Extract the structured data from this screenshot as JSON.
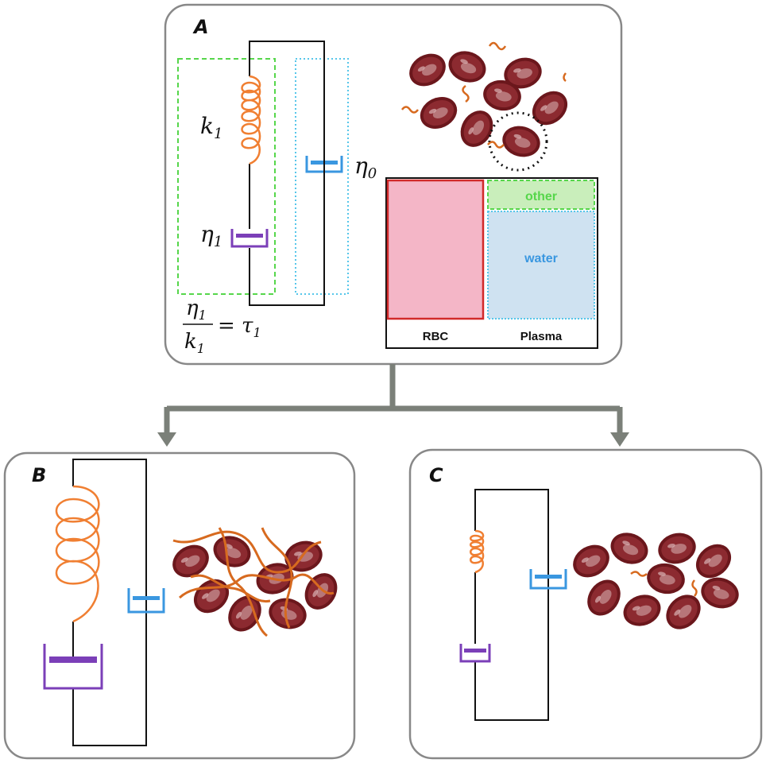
{
  "panels": {
    "a": {
      "label": "A"
    },
    "b": {
      "label": "B"
    },
    "c": {
      "label": "C"
    }
  },
  "equation": {
    "k1": "k",
    "k1_sub": "1",
    "eta1": "η",
    "eta1_sub": "1",
    "eta0": "η",
    "eta0_sub": "0",
    "tau_frac_num": "η",
    "tau_frac_num_sub": "1",
    "tau_frac_den": "k",
    "tau_frac_den_sub": "1",
    "tau_eq": "= τ",
    "tau_sub": "1"
  },
  "composition": {
    "rbc_label": "RBC",
    "plasma_label": "Plasma",
    "other_label": "other",
    "water_label": "water"
  },
  "colors": {
    "spring": "#f07f32",
    "dashpot_purple": "#7b3fb8",
    "dashpot_blue": "#3a97e0",
    "green_dash": "#56d64b",
    "cyan_dot": "#56c6ea",
    "rbc_fill": "#f4b6c7",
    "rbc_border": "#d12a2a",
    "water_fill": "#cfe2f1",
    "other_fill": "#c9eebb",
    "arrow": "#7b8079",
    "cell": "#6e1a1f"
  }
}
